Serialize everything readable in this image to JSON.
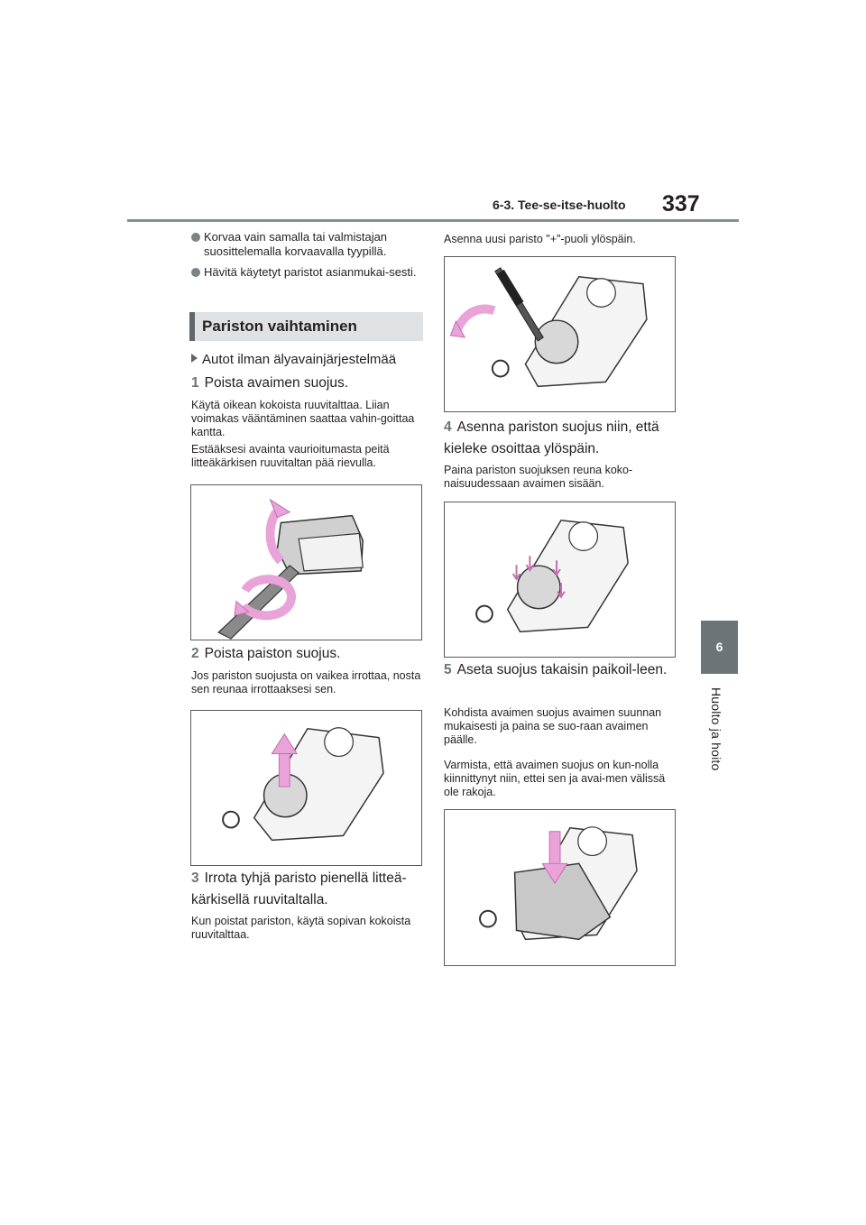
{
  "header": {
    "section": "6-3. Tee-se-itse-huolto",
    "page_number": "337"
  },
  "side_tab": {
    "number": "6",
    "label": "Huolto ja hoito"
  },
  "bullets": [
    "Korvaa vain samalla tai valmistajan suosittelemalla korvaavalla tyypillä.",
    "Hävitä käytetyt paristot asianmukai-sesti."
  ],
  "section_title": "Pariston vaihtaminen",
  "subheading": "Autot ilman älyavainjärjestelmää",
  "steps": [
    {
      "num": "1",
      "text": "Poista avaimen suojus.",
      "notes": [
        "Käytä oikean kokoista ruuvitalttaa. Liian voimakas vääntäminen saattaa vahin-goittaa kantta.",
        "Estääksesi avainta vaurioitumasta peitä litteäkärkisen ruuvitaltan pää rievulla."
      ]
    },
    {
      "num": "2",
      "text": "Poista paiston suojus.",
      "notes": [
        "Jos pariston suojusta on vaikea irrottaa, nosta sen reunaa irrottaaksesi sen."
      ]
    },
    {
      "num": "3",
      "text": "Irrota tyhjä paristo pienellä litteä-kärkisellä ruuvitaltalla.",
      "notes": [
        "Kun poistat pariston, käytä sopivan kokoista ruuvitalttaa."
      ]
    },
    {
      "num": "",
      "text": "",
      "notes": [
        "Asenna uusi paristo \"+\"-puoli ylöspäin."
      ]
    },
    {
      "num": "4",
      "text": "Asenna pariston suojus niin, että kieleke osoittaa ylöspäin.",
      "notes": [
        "Paina pariston suojuksen reuna koko-naisuudessaan avaimen sisään."
      ]
    },
    {
      "num": "5",
      "text": "Aseta suojus takaisin paikoil-leen.",
      "notes": [
        "Kohdista avaimen suojus avaimen suunnan mukaisesti ja paina se suo-raan avaimen päälle.",
        "Varmista, että avaimen suojus on kun-nolla kiinnittynyt niin, ettei sen ja avai-men välissä ole rakoja."
      ]
    }
  ],
  "colors": {
    "accent_gray": "#6d7478",
    "arrow_pink": "#e9a3d8",
    "section_bg": "#e0e1e2"
  }
}
